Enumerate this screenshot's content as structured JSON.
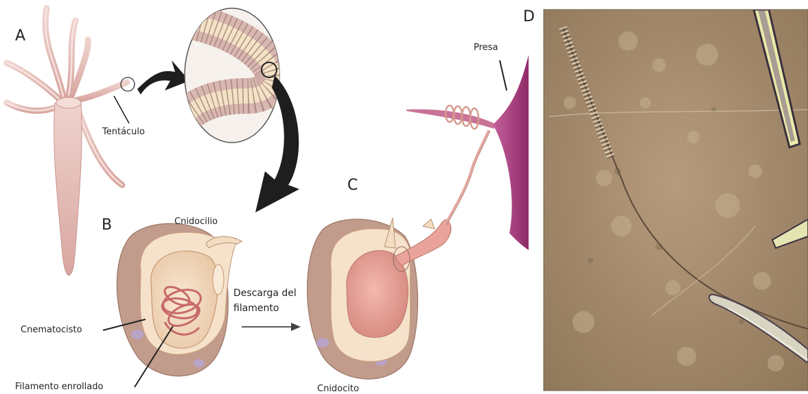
{
  "panels": {
    "a": "A",
    "b": "B",
    "c": "C",
    "d": "D"
  },
  "labels": {
    "tentacle": "Tentáculo",
    "cnidocil": "Cnidocilio",
    "cnematocyst": "Cnematocisto",
    "coiled_filament": "Filamento enrollado",
    "discharge_line1": "Descarga del",
    "discharge_line2": "filamento",
    "cnidocyte": "Cnidocito",
    "prey": "Presa"
  },
  "colors": {
    "hydra_body": "#e8c6c0",
    "cell_brown": "#b98c7b",
    "capsule_cream": "#f6dcc0",
    "capsule_pink": "#e8a89b",
    "filament_red": "#c76a6a",
    "prey_purple": "#a03a78",
    "arrow_dark": "#1e1e1e",
    "micro_bg": "#a48a6c"
  }
}
